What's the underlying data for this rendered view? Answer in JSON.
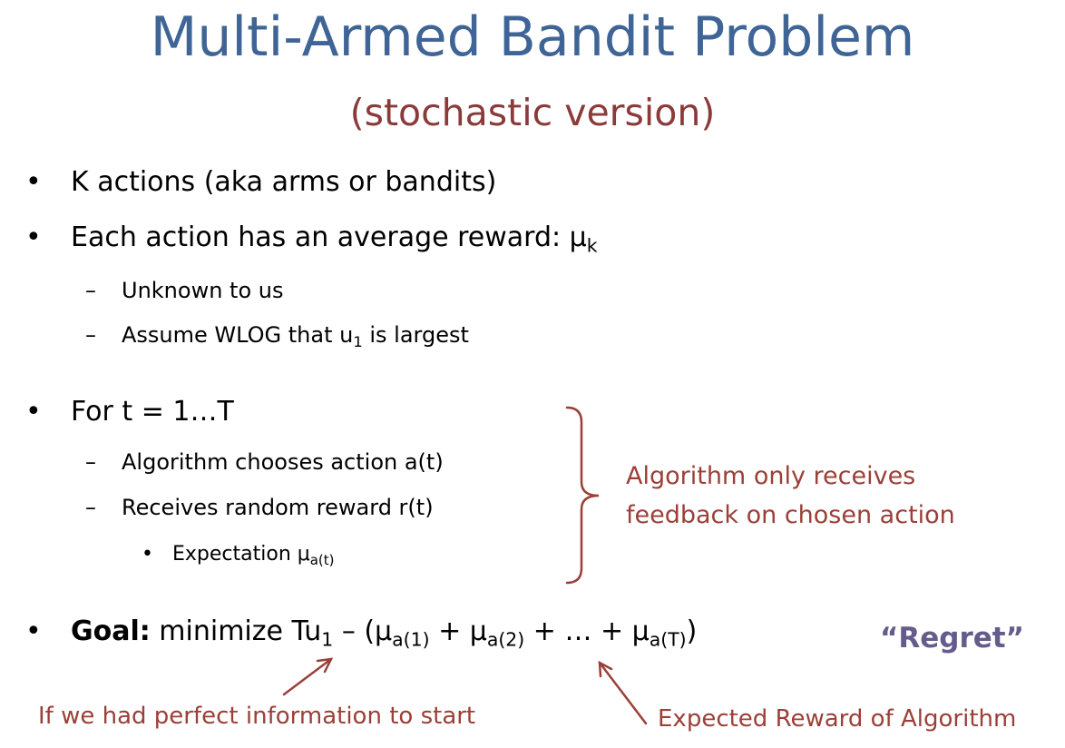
{
  "slide": {
    "title": "Multi-Armed Bandit Problem",
    "subtitle": "(stochastic version)",
    "bullet_symbol": "•",
    "dash_symbol": "–",
    "bullets": {
      "actions": "K actions (aka arms or bandits)",
      "avg_reward_text": "Each action has an average reward: μ",
      "avg_reward_sub": "k",
      "unknown": "Unknown to us",
      "assume_text": "Assume WLOG that u",
      "assume_sub": "1",
      "assume_tail": " is largest",
      "for_t": "For t = 1…T",
      "chooses": "Algorithm chooses action a(t)",
      "receives": "Receives random reward r(t)",
      "expectation_text": "Expectation μ",
      "expectation_sub": "a(t)"
    },
    "side_note": {
      "line1": "Algorithm only receives",
      "line2": "feedback on chosen action"
    },
    "goal": {
      "label": "Goal:",
      "t1": " minimize Tu",
      "s1": "1",
      "t2": " – (μ",
      "s2": "a(1)",
      "t3": " + μ",
      "s3": "a(2)",
      "t4": " + … + μ",
      "s4": "a(T)",
      "t5": ")"
    },
    "regret": "“Regret”",
    "annotation_left": "If we had perfect information to start",
    "annotation_right": "Expected Reward of Algorithm",
    "colors": {
      "title": "#3f6496",
      "subtitle": "#8b3a3a",
      "annotation": "#9b3f38",
      "regret": "#665c8c"
    }
  }
}
